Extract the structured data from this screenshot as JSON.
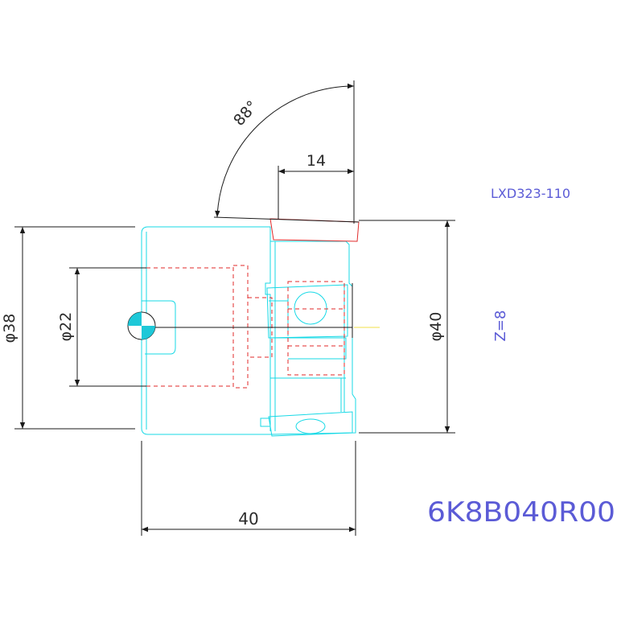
{
  "dimensions": {
    "angle": "88°",
    "shank_length": "14",
    "overall_length": "40",
    "shank_dia": "φ38",
    "bore_dia": "φ22",
    "cut_dia": "φ40"
  },
  "notes": {
    "insert_code": "LXD323-110",
    "teeth": "Z=8",
    "part_number": "6K8B040R00"
  },
  "colors": {
    "outline": "#17d9e6",
    "hidden": "#e02a2a",
    "dimension": "#1a1a1a",
    "notes": "#5b5bd6"
  }
}
